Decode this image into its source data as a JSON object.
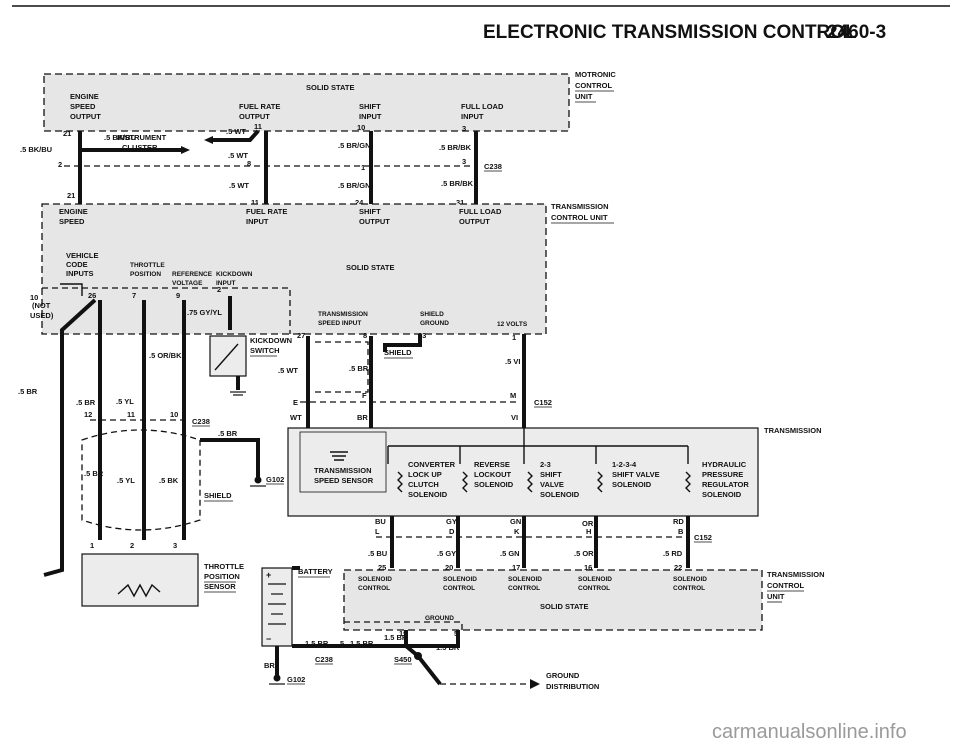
{
  "header": {
    "title": "ELECTRONIC TRANSMISSION CONTROL",
    "page_number": "2460-3"
  },
  "watermark": "carmanualsonline.info",
  "modules": {
    "motronic": {
      "name_lines": [
        "MOTRONIC",
        "CONTROL",
        "UNIT"
      ],
      "inner_label": "SOLID STATE",
      "outputs": [
        [
          "ENGINE",
          "SPEED",
          "OUTPUT"
        ],
        [
          "FUEL RATE",
          "OUTPUT"
        ],
        [
          "SHIFT",
          "INPUT"
        ],
        [
          "FULL LOAD",
          "INPUT"
        ]
      ]
    },
    "tcu": {
      "name_lines": [
        "TRANSMISSION",
        "CONTROL UNIT"
      ],
      "inner_label": "SOLID STATE",
      "inputs": [
        [
          "ENGINE",
          "SPEED"
        ],
        [
          "FUEL RATE",
          "INPUT"
        ],
        [
          "SHIFT",
          "OUTPUT"
        ],
        [
          "FULL LOAD",
          "OUTPUT"
        ],
        [
          "VEHICLE",
          "CODE",
          "INPUTS"
        ],
        [
          "THROTTLE",
          "POSITION"
        ],
        [
          "REFERENCE",
          "VOLTAGE"
        ],
        [
          "KICKDOWN",
          "INPUT"
        ],
        [
          "TRANSMISSION",
          "SPEED INPUT"
        ],
        [
          "SHIELD",
          "GROUND"
        ],
        [
          "12 VOLTS"
        ]
      ],
      "not_used": [
        "(NOT",
        "USED)"
      ]
    },
    "tcu_lower": {
      "name_lines": [
        "TRANSMISSION",
        "CONTROL",
        "UNIT"
      ],
      "inner_label": "SOLID STATE",
      "ground": "GROUND",
      "solenoid_controls": [
        [
          "SOLENOID",
          "CONTROL"
        ],
        [
          "SOLENOID",
          "CONTROL"
        ],
        [
          "SOLENOID",
          "CONTROL"
        ],
        [
          "SOLENOID",
          "CONTROL"
        ],
        [
          "SOLENOID",
          "CONTROL"
        ]
      ]
    },
    "transmission": {
      "name": "TRANSMISSION",
      "sensor": [
        "TRANSMISSION",
        "SPEED SENSOR"
      ],
      "solenoids": [
        [
          "CONVERTER",
          "LOCK UP",
          "CLUTCH",
          "SOLENOID"
        ],
        [
          "REVERSE",
          "LOCKOUT",
          "SOLENOID"
        ],
        [
          "2-3",
          "SHIFT",
          "VALVE",
          "SOLENOID"
        ],
        [
          "1-2-3-4",
          "SHIFT VALVE",
          "SOLENOID"
        ],
        [
          "HYDRAULIC",
          "PRESSURE",
          "REGULATOR",
          "SOLENOID"
        ]
      ]
    }
  },
  "components": {
    "instrument_cluster": [
      "INSTRUMENT",
      "CLUSTER"
    ],
    "kickdown_switch": [
      "KICKDOWN",
      "SWITCH"
    ],
    "throttle_sensor": [
      "THROTTLE",
      "POSITION",
      "SENSOR"
    ],
    "battery": "BATTERY",
    "ground_distribution": [
      "GROUND",
      "DISTRIBUTION"
    ],
    "shield_labels": [
      "SHIELD",
      "SHIELD"
    ]
  },
  "connectors": [
    "C238",
    "C238",
    "C238",
    "C152",
    "C152",
    "C238",
    "G102",
    "G102",
    "S450"
  ],
  "pins": [
    "21",
    "11",
    "10",
    "3",
    "8",
    "1",
    "2",
    "3",
    "21",
    "11",
    "24",
    "31",
    "10",
    "26",
    "7",
    "9",
    "2",
    "27",
    "8",
    "23",
    "1",
    "12",
    "11",
    "10",
    "E",
    "F",
    "M",
    "1",
    "2",
    "3",
    "25",
    "20",
    "17",
    "16",
    "22",
    "19",
    "5",
    "5"
  ],
  "wire_colors": [
    ".5 BK/BU",
    ".5 WT",
    ".5 BR/GN",
    ".5 BR/BK",
    ".5 BK/BU",
    ".5 WT",
    ".5 WT",
    ".5 BR/GN",
    ".5 BR/BK",
    ".75 GY/YL",
    ".5 OR/BK",
    ".5 WT",
    ".5 BR",
    ".5 VI",
    ".5 BR",
    ".5 BR",
    ".5 YL",
    ".5 BR",
    ".5 BR",
    ".5 YL",
    ".5 BK",
    "WT",
    "BR",
    "VI",
    "BU",
    "GY",
    "GN",
    "OR",
    "RD",
    ".5 BU",
    ".5 GY",
    ".5 GN",
    ".5 OR",
    ".5 RD",
    "1.5 BR",
    "1.5 BR",
    "1.5 BR",
    "1.5 BR",
    "BR"
  ],
  "wire_codes": [
    "L",
    "D",
    "K",
    "H",
    "B"
  ]
}
